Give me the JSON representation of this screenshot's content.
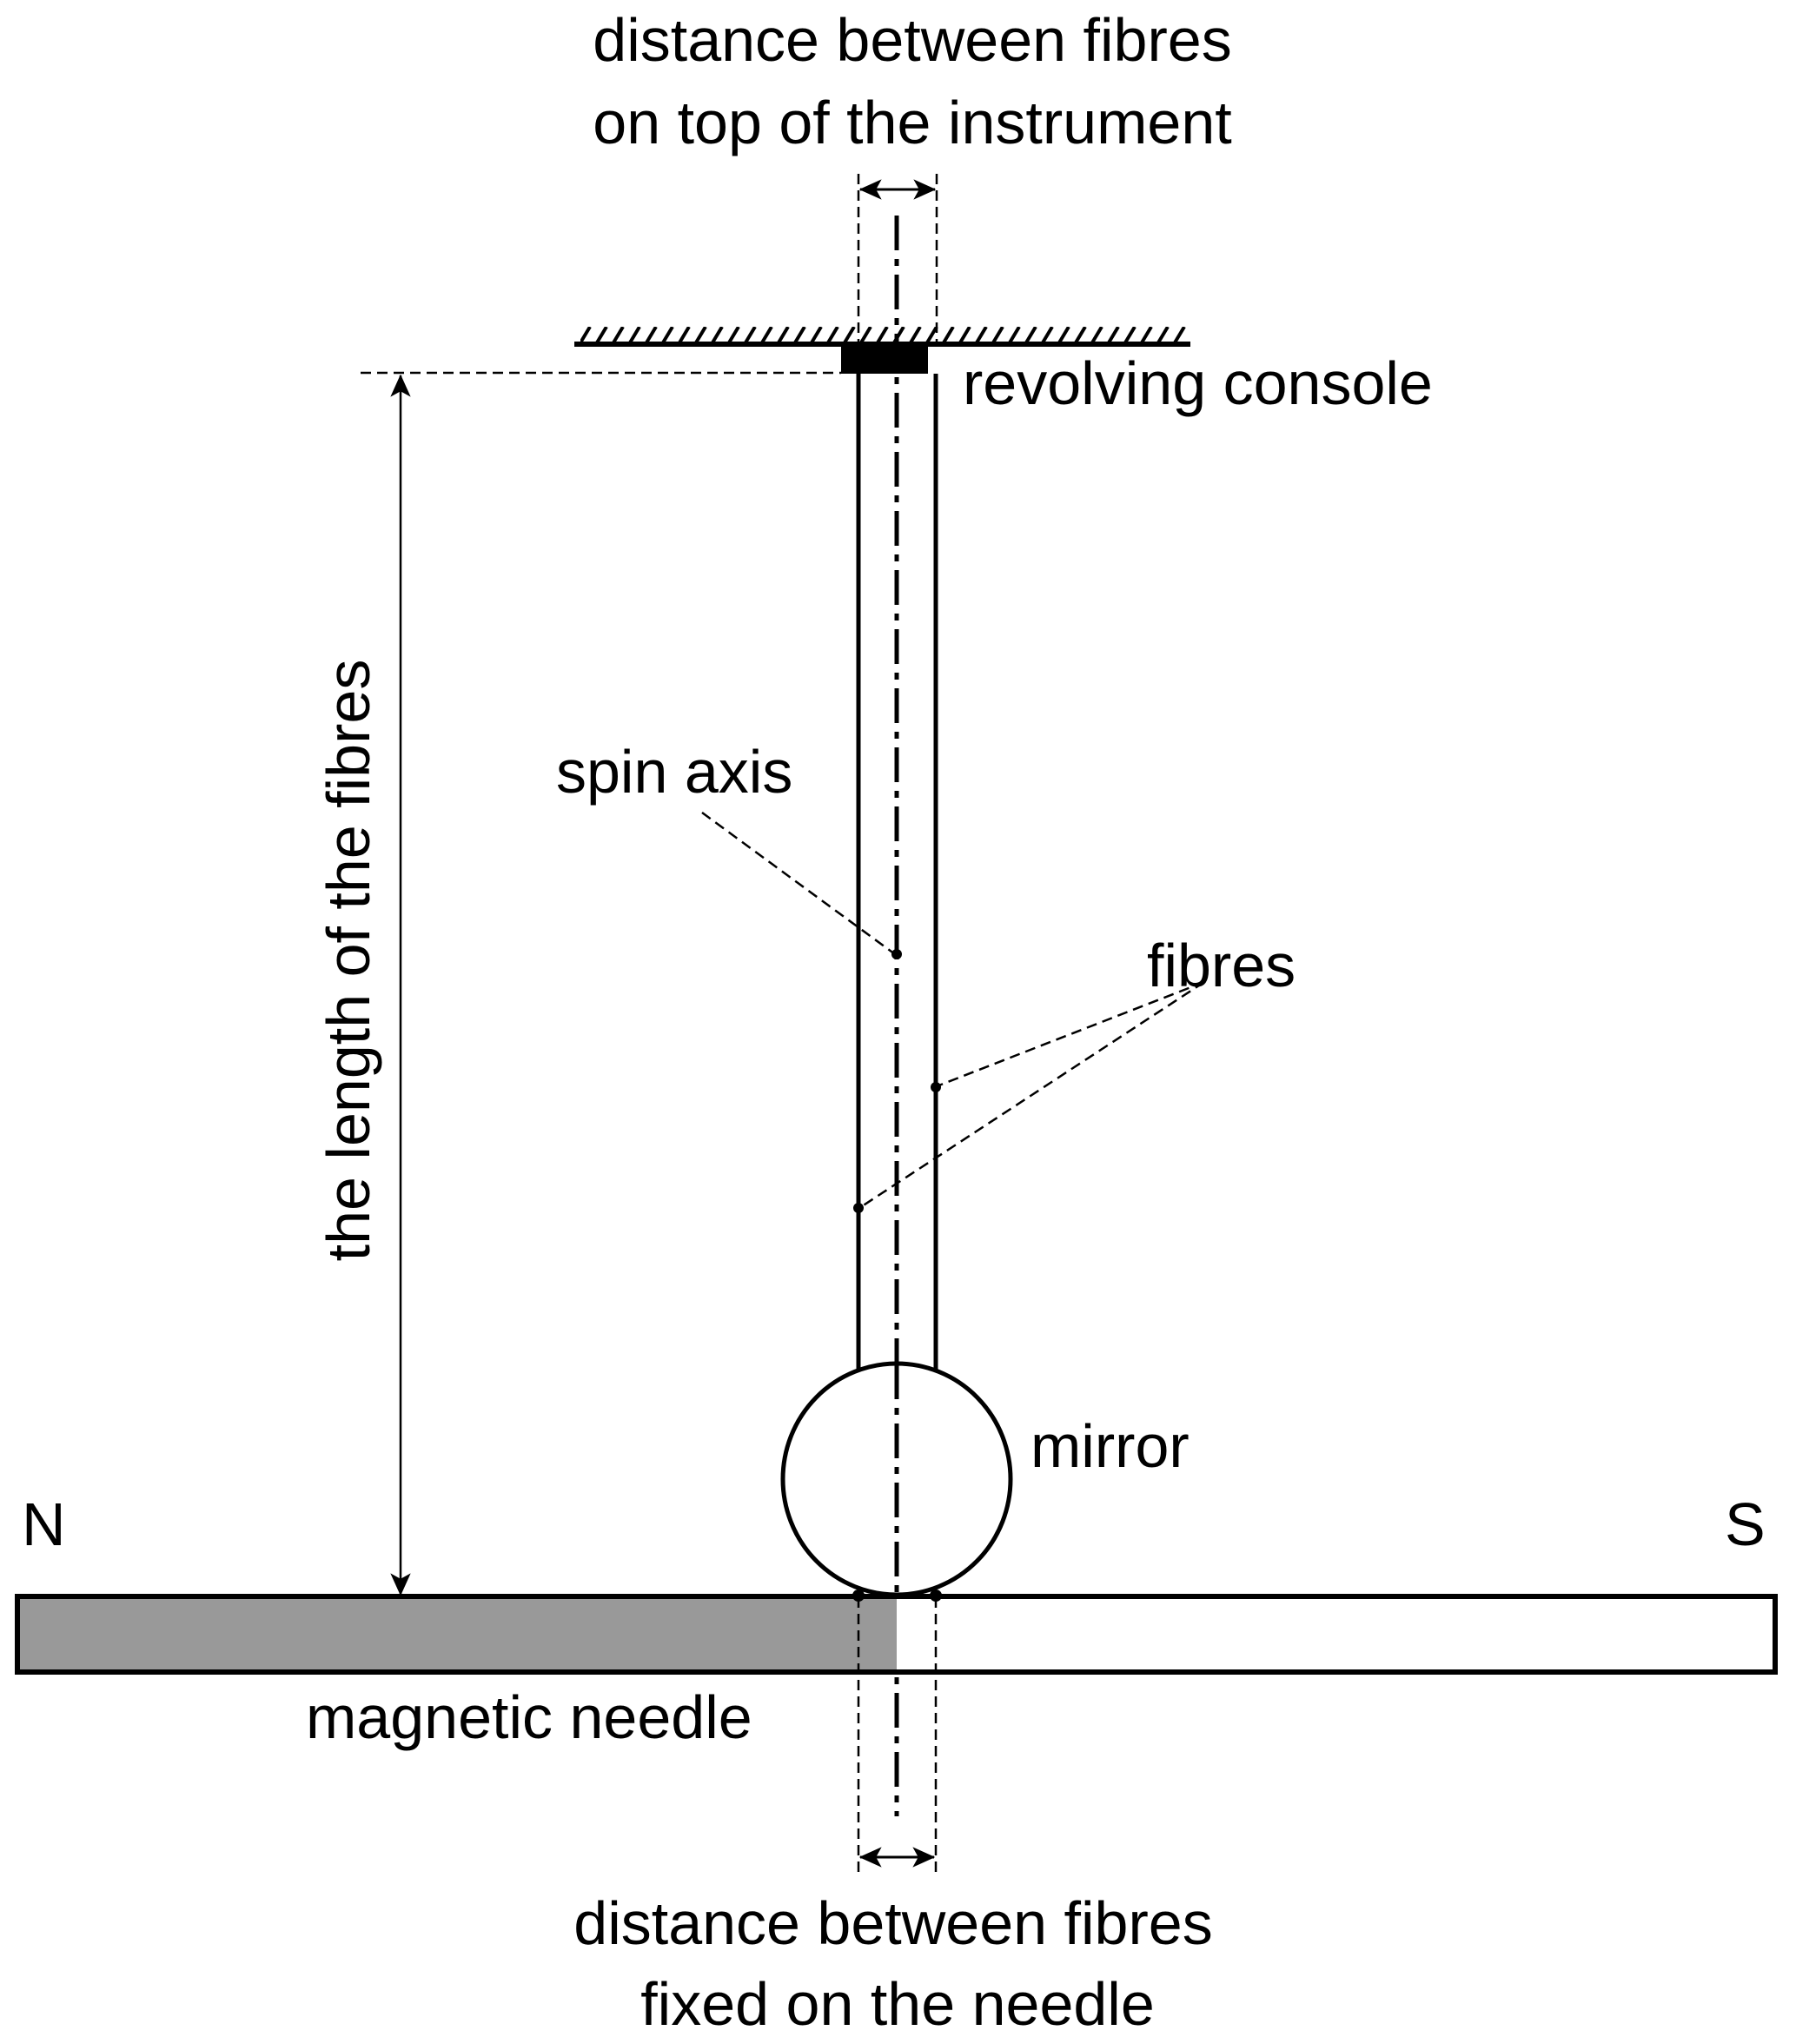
{
  "diagram": {
    "title_type": "torsion magnetometer schematic",
    "labels": {
      "top_distance_line1": "distance between fibres",
      "top_distance_line2": "on top of the instrument",
      "revolving_console": "revolving console",
      "length_of_fibres": "the length of the fibres",
      "spin_axis": "spin axis",
      "fibres": "fibres",
      "mirror": "mirror",
      "north": "N",
      "south": "S",
      "magnetic_needle": "magnetic needle",
      "bottom_distance_line1": "distance between fibres",
      "bottom_distance_line2": "fixed on the needle"
    },
    "colors": {
      "needle_north_half": "#999999",
      "needle_south_half": "#ffffff",
      "ink": "#000000"
    }
  }
}
